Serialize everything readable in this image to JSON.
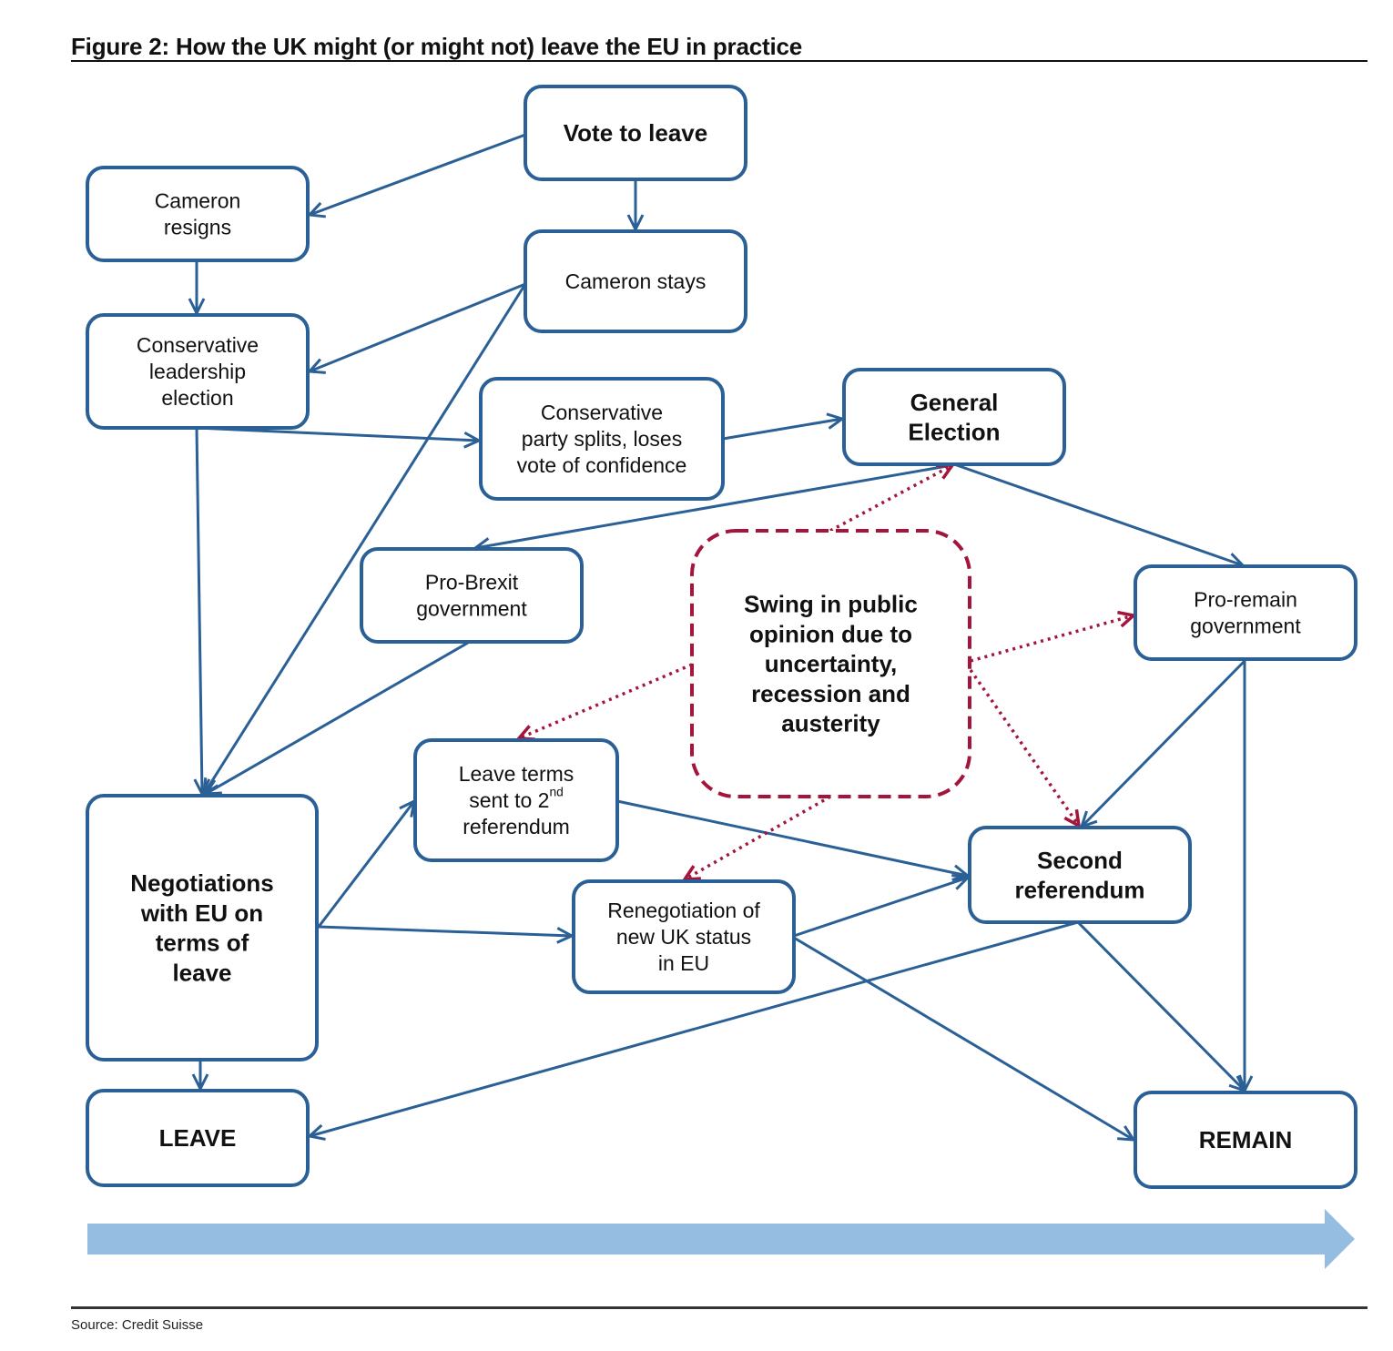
{
  "figure": {
    "title": "Figure 2: How the UK might (or might not) leave the EU in practice",
    "source": "Source: Credit Suisse"
  },
  "colors": {
    "node_border": "#2a6096",
    "edge": "#2a6096",
    "influence": "#a3153a",
    "timeline_arrow": "#95bde2",
    "text": "#111111"
  },
  "nodes": [
    {
      "id": "vote_to_leave",
      "lines": [
        "Vote to leave"
      ],
      "bold": true
    },
    {
      "id": "cameron_resigns",
      "lines": [
        "Cameron",
        "resigns"
      ],
      "bold": false
    },
    {
      "id": "cameron_stays",
      "lines": [
        "Cameron stays"
      ],
      "bold": false
    },
    {
      "id": "leadership_election",
      "lines": [
        "Conservative",
        "leadership",
        "election"
      ],
      "bold": false
    },
    {
      "id": "party_splits",
      "lines": [
        "Conservative",
        "party splits, loses",
        "vote of confidence"
      ],
      "bold": false
    },
    {
      "id": "general_election",
      "lines": [
        "General",
        "Election"
      ],
      "bold": true
    },
    {
      "id": "pro_brexit_gov",
      "lines": [
        "Pro-Brexit",
        "government"
      ],
      "bold": false
    },
    {
      "id": "swing_public_opinion",
      "lines": [
        "Swing in public",
        "opinion due to",
        "uncertainty,",
        "recession and",
        "austerity"
      ],
      "bold": true,
      "style": "dashed"
    },
    {
      "id": "pro_remain_gov",
      "lines": [
        "Pro-remain",
        "government"
      ],
      "bold": false
    },
    {
      "id": "leave_terms_2nd_ref",
      "lines": [
        "Leave terms",
        "sent to 2",
        "referendum"
      ],
      "superscript": "nd",
      "bold": false
    },
    {
      "id": "negotiations",
      "lines": [
        "Negotiations",
        "with EU on",
        "terms of",
        "leave"
      ],
      "bold": true
    },
    {
      "id": "renegotiation",
      "lines": [
        "Renegotiation of",
        "new UK status",
        "in EU"
      ],
      "bold": false
    },
    {
      "id": "second_referendum",
      "lines": [
        "Second",
        "referendum"
      ],
      "bold": true
    },
    {
      "id": "leave",
      "lines": [
        "LEAVE"
      ],
      "bold": true
    },
    {
      "id": "remain",
      "lines": [
        "REMAIN"
      ],
      "bold": true
    }
  ],
  "edges": [
    {
      "from": "vote_to_leave",
      "to": "cameron_resigns",
      "style": "solid"
    },
    {
      "from": "vote_to_leave",
      "to": "cameron_stays",
      "style": "solid"
    },
    {
      "from": "cameron_resigns",
      "to": "leadership_election",
      "style": "solid"
    },
    {
      "from": "cameron_stays",
      "to": "leadership_election",
      "style": "solid"
    },
    {
      "from": "cameron_stays",
      "to": "negotiations",
      "style": "solid"
    },
    {
      "from": "leadership_election",
      "to": "party_splits",
      "style": "solid"
    },
    {
      "from": "leadership_election",
      "to": "negotiations",
      "style": "solid"
    },
    {
      "from": "party_splits",
      "to": "general_election",
      "style": "solid"
    },
    {
      "from": "general_election",
      "to": "pro_brexit_gov",
      "style": "solid"
    },
    {
      "from": "general_election",
      "to": "pro_remain_gov",
      "style": "solid"
    },
    {
      "from": "pro_brexit_gov",
      "to": "negotiations",
      "style": "solid"
    },
    {
      "from": "negotiations",
      "to": "leave_terms_2nd_ref",
      "style": "solid"
    },
    {
      "from": "negotiations",
      "to": "renegotiation",
      "style": "solid"
    },
    {
      "from": "negotiations",
      "to": "leave",
      "style": "solid"
    },
    {
      "from": "leave_terms_2nd_ref",
      "to": "second_referendum",
      "style": "solid"
    },
    {
      "from": "renegotiation",
      "to": "second_referendum",
      "style": "solid"
    },
    {
      "from": "renegotiation",
      "to": "remain",
      "style": "solid"
    },
    {
      "from": "pro_remain_gov",
      "to": "second_referendum",
      "style": "solid"
    },
    {
      "from": "pro_remain_gov",
      "to": "remain",
      "style": "solid"
    },
    {
      "from": "second_referendum",
      "to": "leave",
      "style": "solid"
    },
    {
      "from": "second_referendum",
      "to": "remain",
      "style": "solid"
    },
    {
      "from": "swing_public_opinion",
      "to": "general_election",
      "style": "dotted"
    },
    {
      "from": "swing_public_opinion",
      "to": "pro_remain_gov",
      "style": "dotted"
    },
    {
      "from": "swing_public_opinion",
      "to": "second_referendum",
      "style": "dotted"
    },
    {
      "from": "swing_public_opinion",
      "to": "leave_terms_2nd_ref",
      "style": "dotted"
    },
    {
      "from": "swing_public_opinion",
      "to": "renegotiation",
      "style": "dotted"
    }
  ],
  "timeline_arrow": {
    "direction": "right",
    "label": ""
  }
}
